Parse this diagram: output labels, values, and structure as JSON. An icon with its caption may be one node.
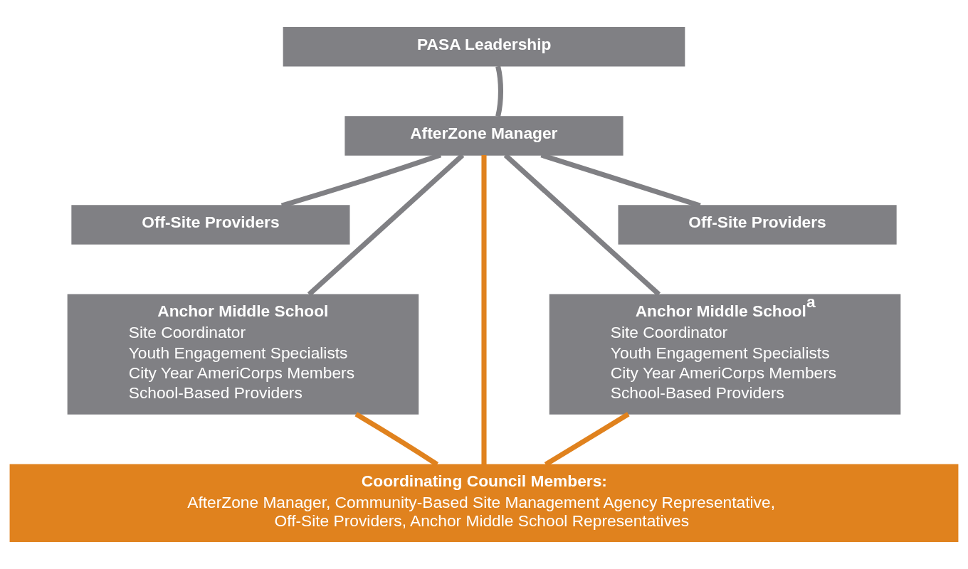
{
  "diagram": {
    "nodes": [
      {
        "text": [
          "PASA Leadership"
        ]
      },
      {
        "text": [
          "AfterZone Manager"
        ]
      },
      {
        "text": [
          "Off-Site Providers"
        ]
      },
      {
        "text": [
          "Off-Site Providers"
        ]
      },
      {
        "text": [
          "Anchor Middle School",
          "Site Coordinator",
          "Youth Engagement Specialists",
          "City Year AmeriCorps Members",
          "School-Based Providers"
        ]
      },
      {
        "text": [
          "Anchor Middle School$^{a}$",
          "Site Coordinator",
          "Youth Engagement Specialists",
          "City Year AmeriCorps Members",
          "School-Based Providers"
        ]
      },
      {
        "text": [
          "Coordinating Council Members:",
          "AfterZone Manager, Community-Based Site Management Agency Representative, Off-Site Providers, Anchor Middle School Representatives"
        ]
      }
    ],
    "edges": [
      {
        "from": 0,
        "to": 1,
        "arrow": "none"
      },
      {
        "from": 1,
        "to": 2,
        "arrow": "none"
      },
      {
        "from": 1,
        "to": 3,
        "arrow": "none"
      },
      {
        "from": 1,
        "to": 4,
        "arrow": "none"
      },
      {
        "from": 1,
        "to": 6,
        "arrow": "none",
        "color": "#e0821e"
      },
      {
        "from": 1,
        "to": 5,
        "arrow": "none"
      },
      {
        "from": 4,
        "to": 6,
        "arrow": "none",
        "color": "#e0821e"
      },
      {
        "from": 5,
        "to": 6,
        "arrow": "none",
        "color": "#e0821e"
      }
    ]
  }
}
